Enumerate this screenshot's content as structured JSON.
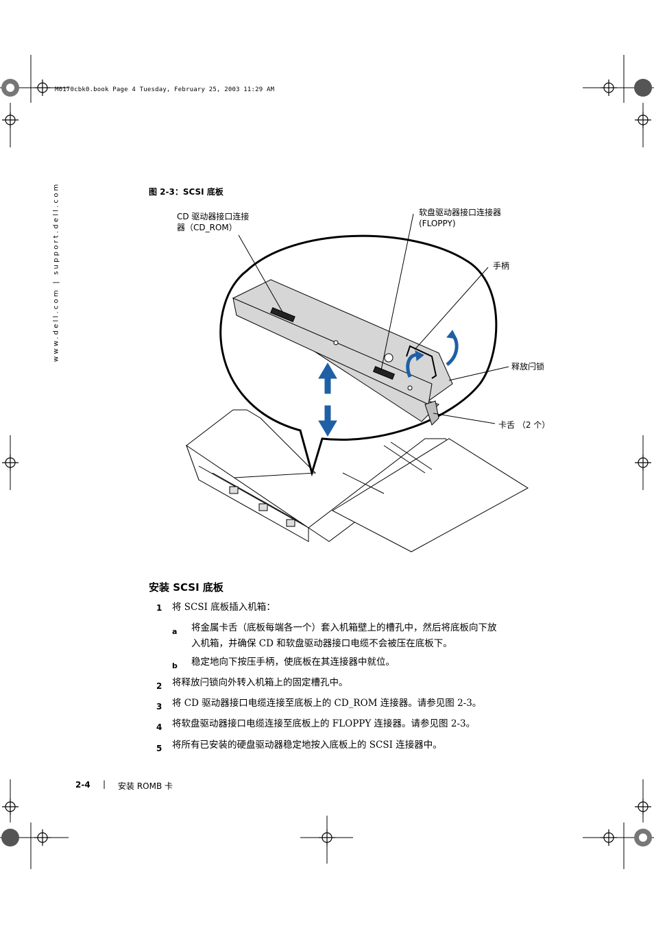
{
  "header_line": "M0170cbk0.book  Page 4  Tuesday, February 25, 2003  11:29 AM",
  "side_url": "www.dell.com | support.dell.com",
  "figure": {
    "caption": "图 2-3：SCSI 底板",
    "callouts": {
      "cd_line1": "CD 驱动器接口连接",
      "cd_line2": "器（CD_ROM）",
      "floppy_line1": "软盘驱动器接口连接器",
      "floppy_line2": "(FLOPPY)",
      "handle": "手柄",
      "latch": "释放闩锁",
      "tabs": "卡舌 （2 个）"
    }
  },
  "section": {
    "heading": "安装 SCSI 底板",
    "steps": [
      {
        "num": "1",
        "text": "将 SCSI 底板插入机箱："
      },
      {
        "letter": "a",
        "line1": "将金属卡舌（底板每端各一个）套入机箱壁上的槽孔中，然后将底板向下放",
        "line2": "入机箱，并确保 CD 和软盘驱动器接口电缆不会被压在底板下。"
      },
      {
        "letter": "b",
        "line1": "稳定地向下按压手柄，使底板在其连接器中就位。"
      },
      {
        "num": "2",
        "text": "将释放闩锁向外转入机箱上的固定槽孔中。"
      },
      {
        "num": "3",
        "text": "将 CD 驱动器接口电缆连接至底板上的 CD_ROM 连接器。请参见图 2-3。"
      },
      {
        "num": "4",
        "text": "将软盘驱动器接口电缆连接至底板上的 FLOPPY 连接器。请参见图 2-3。"
      },
      {
        "num": "5",
        "text": "将所有已安装的硬盘驱动器稳定地按入底板上的 SCSI 连接器中。"
      }
    ]
  },
  "footer": {
    "page": "2-4",
    "separator": "|",
    "title": "安装 ROMB 卡"
  },
  "colors": {
    "arrow_blue": "#1f5fa6",
    "part_gray": "#d6d6d6"
  }
}
